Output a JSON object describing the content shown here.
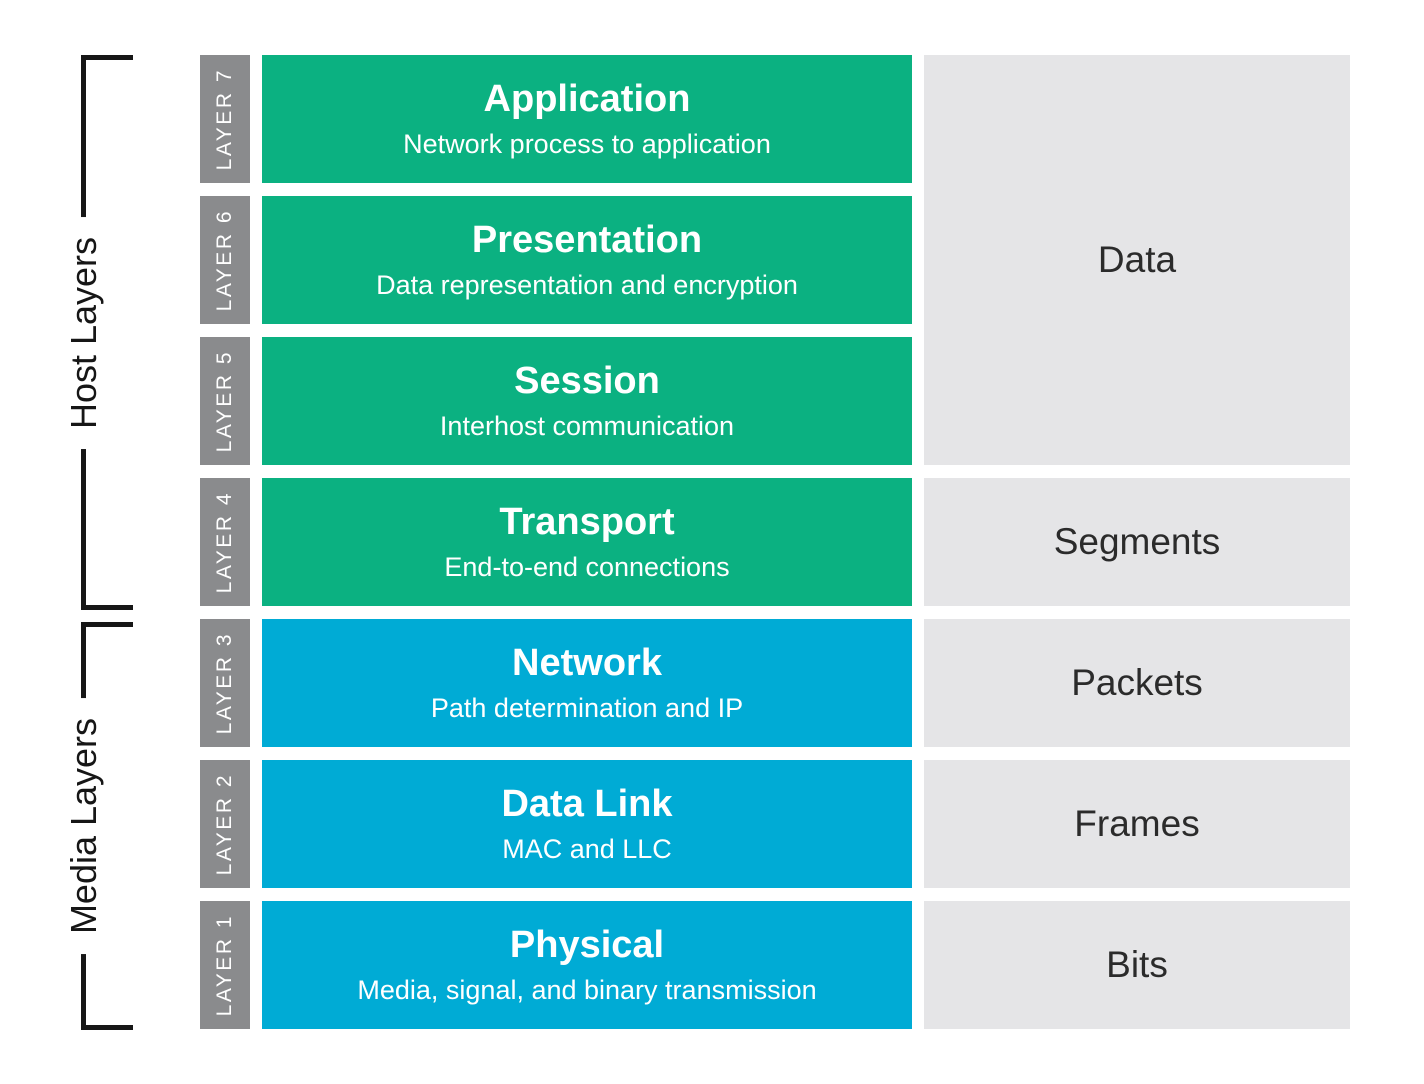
{
  "groups": [
    {
      "label": "Host Layers",
      "layers_covered": "7-4"
    },
    {
      "label": "Media Layers",
      "layers_covered": "3-1"
    }
  ],
  "layers": [
    {
      "tag": "LAYER 7",
      "title": "Application",
      "subtitle": "Network process to application",
      "color": "#0BB181",
      "group": "host"
    },
    {
      "tag": "LAYER 6",
      "title": "Presentation",
      "subtitle": "Data representation and encryption",
      "color": "#0BB181",
      "group": "host"
    },
    {
      "tag": "LAYER 5",
      "title": "Session",
      "subtitle": "Interhost communication",
      "color": "#0BB181",
      "group": "host"
    },
    {
      "tag": "LAYER 4",
      "title": "Transport",
      "subtitle": "End-to-end connections",
      "color": "#0BB181",
      "group": "host"
    },
    {
      "tag": "LAYER 3",
      "title": "Network",
      "subtitle": "Path determination and IP",
      "color": "#00ABD5",
      "group": "media"
    },
    {
      "tag": "LAYER 2",
      "title": "Data Link",
      "subtitle": "MAC and LLC",
      "color": "#00ABD5",
      "group": "media"
    },
    {
      "tag": "LAYER 1",
      "title": "Physical",
      "subtitle": "Media, signal, and binary transmission",
      "color": "#00ABD5",
      "group": "media"
    }
  ],
  "units": [
    {
      "label": "Data",
      "row_span": 3
    },
    {
      "label": "Segments",
      "row_span": 1
    },
    {
      "label": "Packets",
      "row_span": 1
    },
    {
      "label": "Frames",
      "row_span": 1
    },
    {
      "label": "Bits",
      "row_span": 1
    }
  ],
  "colors": {
    "host_green": "#0BB181",
    "media_blue": "#00ABD5",
    "layer_tag_gray": "#8A8B8D",
    "unit_bg_gray": "#E5E5E7",
    "unit_text": "#2B2B2B",
    "bracket_black": "#161616",
    "text_white": "#FFFFFF",
    "background": "#FFFFFF"
  }
}
